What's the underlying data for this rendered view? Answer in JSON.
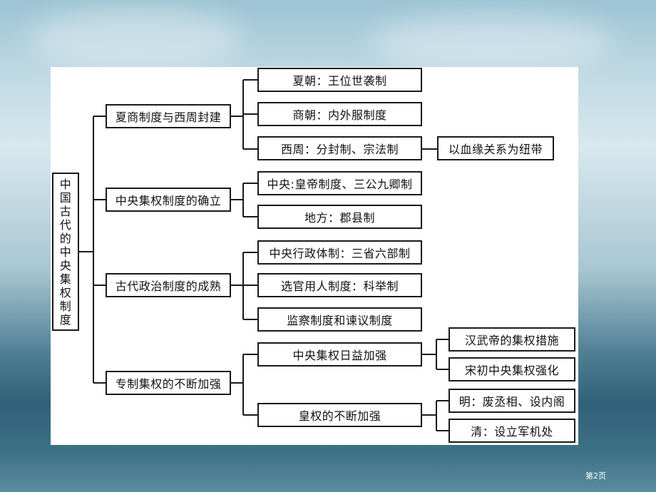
{
  "diagram": {
    "root": "中国古代的中央集权制度",
    "branches": [
      {
        "label": "夏商制度与西周封建",
        "children": [
          {
            "label": "夏朝：王位世袭制"
          },
          {
            "label": "商朝：内外服制度"
          },
          {
            "label": "西周：分封制、宗法制",
            "note": "以血缘关系为纽带"
          }
        ]
      },
      {
        "label": "中央集权制度的确立",
        "children": [
          {
            "label": "中央:皇帝制度、三公九卿制"
          },
          {
            "label": "地方：郡县制"
          }
        ]
      },
      {
        "label": "古代政治制度的成熟",
        "children": [
          {
            "label": "中央行政体制：三省六部制"
          },
          {
            "label": "选官用人制度：科举制"
          },
          {
            "label": "监察制度和谏议制度"
          }
        ]
      },
      {
        "label": "专制集权的不断加强",
        "children": [
          {
            "label": "中央集权日益加强",
            "items": [
              "汉武帝的集权措施",
              "宋初中央集权强化"
            ]
          },
          {
            "label": "皇权的不断加强",
            "items": [
              "明：废丞相、设内阁",
              "清：设立军机处"
            ]
          }
        ]
      }
    ]
  },
  "footer": {
    "page_number": "第2页"
  },
  "colors": {
    "line": "#1a1a1a",
    "card": "#ffffff"
  }
}
